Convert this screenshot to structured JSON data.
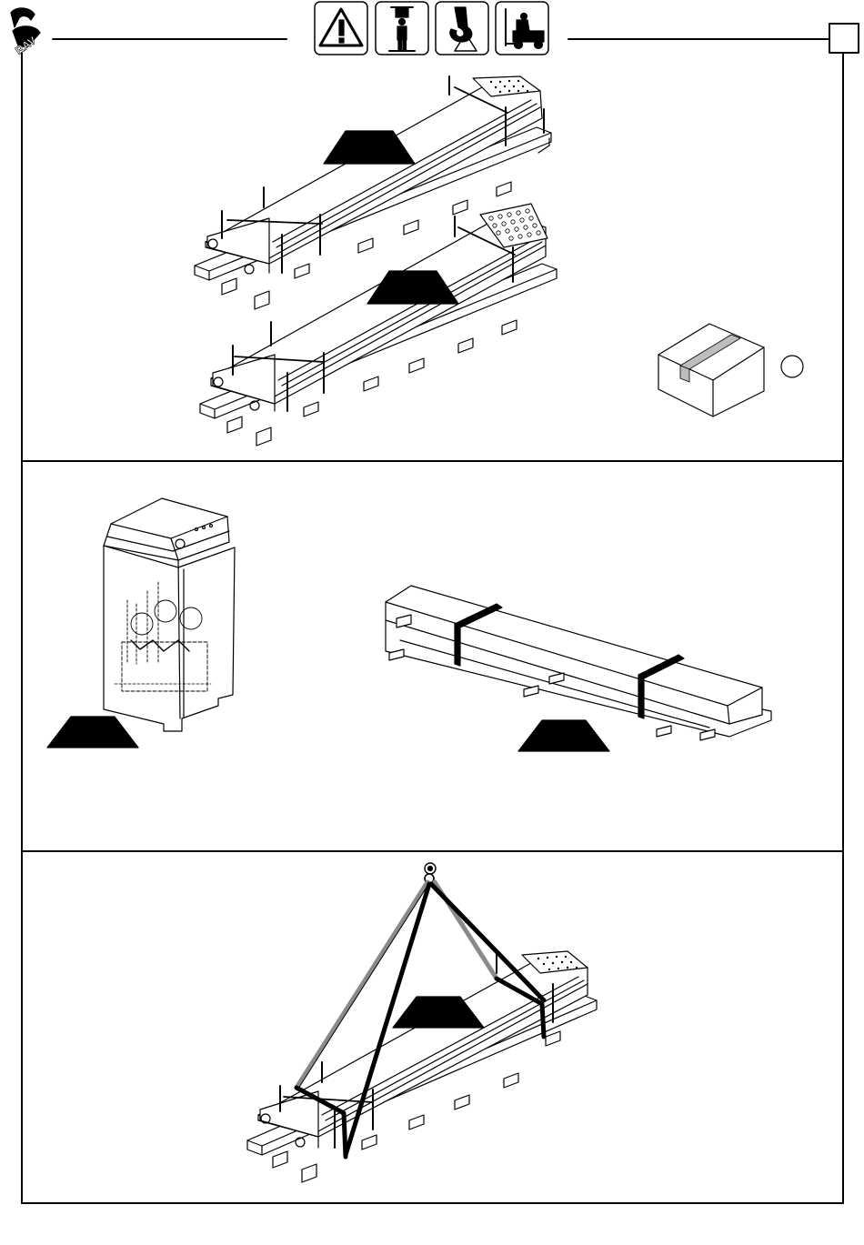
{
  "header": {
    "logo": "ravaglioli-logo",
    "icons": [
      "warning-icon",
      "operator-icon",
      "crane-hook-icon",
      "forklift-icon"
    ]
  },
  "figures": [
    {
      "name": "ramp-pallet-upper",
      "icon": "ramp-on-pallet"
    },
    {
      "name": "ramp-pallet-lower",
      "icon": "ramp-on-pallet"
    },
    {
      "name": "accessory-box",
      "icon": "cardboard-box"
    },
    {
      "name": "hydraulic-control-unit",
      "icon": "control-cabinet"
    },
    {
      "name": "strapped-crate",
      "icon": "strapped-crate"
    },
    {
      "name": "crane-lifting",
      "icon": "crane-lift"
    }
  ],
  "colors": {
    "line": "#000000",
    "fill": "#ffffff",
    "weight_marker": "#000000",
    "strap_grey": "#8a8a8a"
  }
}
